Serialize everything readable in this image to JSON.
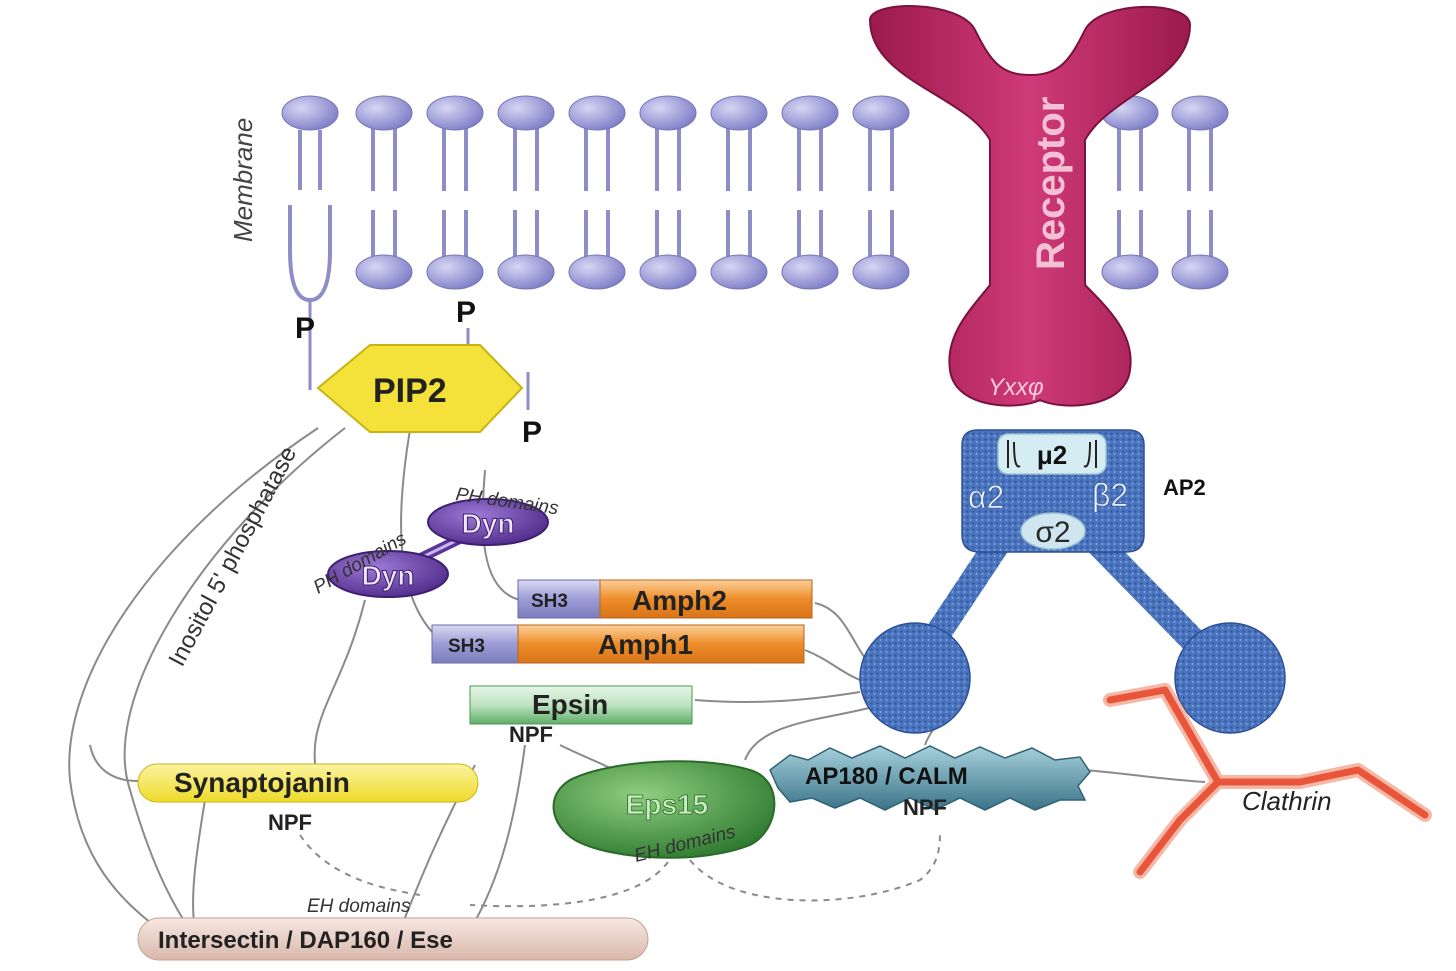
{
  "membrane_label": "Membrane",
  "receptor_label": "Receptor",
  "receptor_motif": "Yxxφ",
  "phosphate_label": "P",
  "pip2_label": "PIP2",
  "phosphatase_label": "Inositol 5' phosphatase",
  "ph_domains_label": "PH domains",
  "dyn_label": "Dyn",
  "sh3_label": "SH3",
  "amph2_label": "Amph2",
  "amph1_label": "Amph1",
  "epsin_label": "Epsin",
  "npf_label": "NPF",
  "synaptojanin_label": "Synaptojanin",
  "eps15_label": "Eps15",
  "eh_domains_label": "EH domains",
  "ap180_label": "AP180 / CALM",
  "ap2_label": "AP2",
  "mu2_label": "μ2",
  "alpha2_label": "α2",
  "beta2_label": "β2",
  "sigma2_label": "σ2",
  "clathrin_label": "Clathrin",
  "intersectin_label": "Intersectin / DAP160 / Ese",
  "colors": {
    "lipid": "#9a9ad8",
    "receptor": "#b8215e",
    "pip2": "#f4e13a",
    "dyn": "#6a3fa8",
    "amph": "#f0902a",
    "sh3": "#9a9ad0",
    "epsin": "#5fb06f",
    "eps15": "#3f8c3a",
    "ap180": "#3d7a8c",
    "ap2": "#3a64b0",
    "clathrin": "#e8553a",
    "intersectin": "#ead3c9",
    "synaptojanin": "#f5e84a"
  }
}
